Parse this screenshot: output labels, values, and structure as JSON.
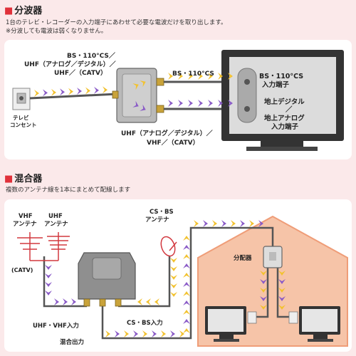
{
  "section1": {
    "title": "分波器",
    "desc_line1": "1台のテレビ・レコーダーの入力端子にあわせて必要な電波だけを取り出します。",
    "desc_line2": "※分波しても電波は弱くなりません。",
    "input_label_1": "BS・110°CS／",
    "input_label_2": "UHF（アナログ／デジタル）／",
    "input_label_3": "UHF／（CATV）",
    "outlet_label_1": "テレビ",
    "outlet_label_2": "コンセント",
    "bs_line_label": "BS・110°CS",
    "uhf_line_label_1": "UHF（アナログ／デジタル）／",
    "uhf_line_label_2": "VHF／（CATV）",
    "tv_bs_1": "BS・110°CS",
    "tv_bs_2": "入力端子",
    "tv_terr_1": "地上デジタル",
    "tv_terr_2": "／",
    "tv_terr_3": "地上アナログ",
    "tv_terr_4": "入力端子"
  },
  "section2": {
    "title": "混合器",
    "desc": "複数のアンテナ線を1本にまとめて配線します",
    "vhf_antenna_1": "VHF",
    "vhf_antenna_2": "アンテナ",
    "uhf_antenna_1": "UHF",
    "uhf_antenna_2": "アンテナ",
    "bs_antenna_1": "CS・BS",
    "bs_antenna_2": "アンテナ",
    "catv": "(CATV)",
    "distributor": "分配器",
    "uhf_vhf_input": "UHF・VHF入力",
    "cs_bs_input": "CS・BS入力",
    "mixed_output": "混合出力"
  },
  "colors": {
    "accent": "#e0303a",
    "background": "#fbe9ea",
    "bs_arrow": "#f2c230",
    "uhf_arrow": "#8a5bc7",
    "house": "#f6c4a8",
    "house_border": "#ef9d78"
  }
}
